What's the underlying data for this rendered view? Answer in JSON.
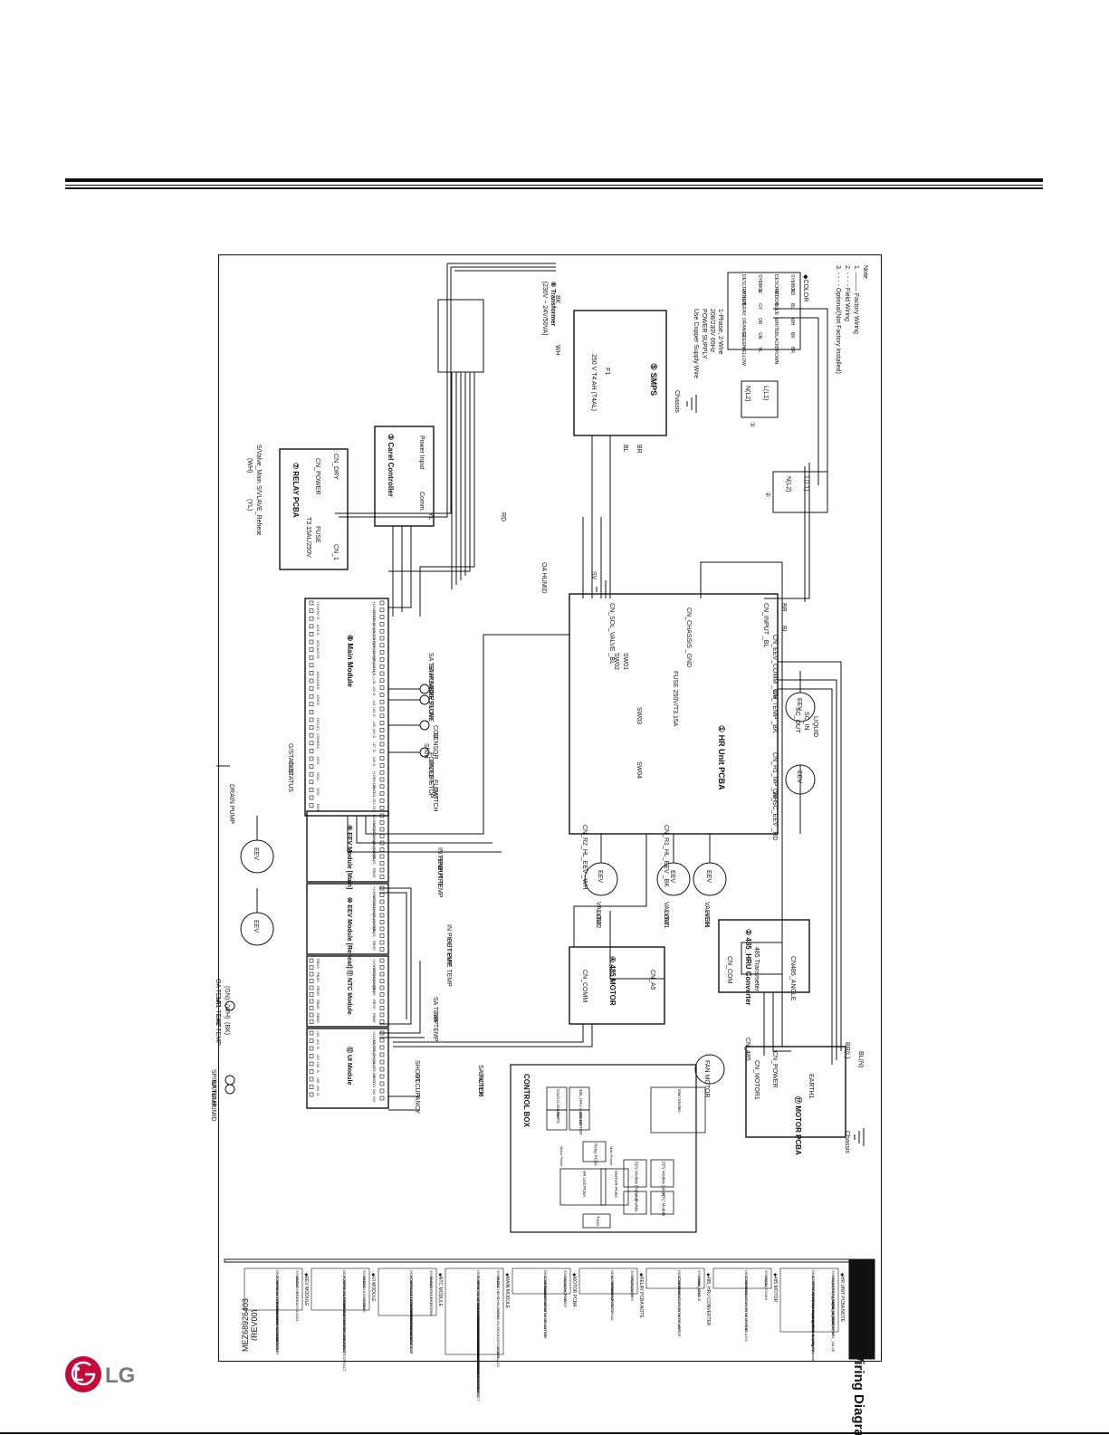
{
  "title": "Electric Wiring Diagram",
  "doc_number": "MEZ68926403",
  "revision": "(REV00)",
  "brand": "LG",
  "notes": {
    "heading": "Note",
    "factory_wiring": "1. ——— Factory Wiring",
    "field_wiring": "2. - - - - Field Wiring",
    "optional": "3. - - - - Optional(Not Factory Installed)"
  },
  "color_table": {
    "heading": "◆COLOR",
    "headers": [
      "SYMBOL",
      "DESCRIPTION",
      "SYMBOL",
      "DESCRIPTION"
    ],
    "rows": [
      [
        "RD",
        "RED",
        "VI",
        "VIOLET"
      ],
      [
        "BL",
        "BLUE",
        "GY",
        "GRAY"
      ],
      [
        "WH",
        "WHITE",
        "OR",
        "ORANGE"
      ],
      [
        "BK",
        "BLACK",
        "GN",
        "GREEN"
      ],
      [
        "BR",
        "BROWN",
        "YL",
        "YELLOW"
      ]
    ]
  },
  "power": {
    "line1": "1-Phase, 2-Wire",
    "line2": "208/230V 60Hz",
    "line3": "POWER SUPPLY",
    "line4": "Use Copper Supply Wire",
    "chassis": "Chassis"
  },
  "components": {
    "smps": "⑤ SMPS",
    "fuse": "F1",
    "fuse_rating": "250 V T4 AH (T4AL)",
    "transformer": "⑥ Transformer",
    "transformer_rating": "[230V ~ 24V/50VA]",
    "carel": "③ Carel Controller",
    "carel_power": "Power Input",
    "carel_comm": "Comm.",
    "relay": "⑦ RELAY PCBA",
    "relay_fuse": "FUSE",
    "relay_fuse_rating": "T3.15AL/250V",
    "relay_cn1": "CN_1",
    "relay_cn_dry": "CN_DRY",
    "relay_cn_power": "CN_POWER",
    "valve_main": "S/Valve_Main",
    "valve_main_color": "(WH)",
    "valve_reheat": "S/VLAVE_Reheat",
    "valve_reheat_color": "(YL)",
    "hr_unit": "① HR Unit PCBA",
    "main_module": "⑧ Main Module",
    "eev_main": "⑨ EEV Module [Main]",
    "eev_reheat": "⑩ EEV Module [Reheat]",
    "ntc": "⑪ NTC Module",
    "ui": "⑫ UI Module",
    "motor485": "④ 485 MOTOR",
    "hru_converter": "② 485_HRU Converter",
    "transmeter": "485 Transmeter",
    "motor_pcba": "⑰ MOTOR PCBA",
    "fan_motor": "FAN MOTOR",
    "earth": "EARTH1",
    "cn_power": "CN_POWER",
    "cn_motor": "CN_MOTOR1",
    "cn_485": "CN_485",
    "cn_comm": "CN_COMM",
    "cn_a5": "CN_A5",
    "cn_com": "CN_COM",
    "cn485_angle": "CN485_ANGLE"
  },
  "hr_connectors": {
    "input": "CN_INPUT _BL",
    "chassis_gnd": "CN_CHASSIS _GND",
    "sol_valve": "CN_SOL_VALVE _BL",
    "eev_comm": "CN_EEV_COMM _WH",
    "temp": "CN_TEMP _BK",
    "r1_mp": "CN_R1_MP _WH",
    "sc_eev": "CN_SC_EEV _RD",
    "r2_hl": "CN_R2_HL_EEV _WH",
    "r1_hl": "CN_R1_HL_EEV _BK",
    "sv": "SV",
    "fuse": "FUSE 250V/T3.15A",
    "sw01": "SW01",
    "sw02": "SW02",
    "sw03": "SW03",
    "sw04": "SW04"
  },
  "sensors": {
    "sc_out": "SC_OUT",
    "sc_in": "SC_IN",
    "liquid": "LIQUID",
    "sa_temp": "SA TEMP",
    "sa_humid": "SA HUMID",
    "sa_airflow1": "SA AIR FLOW",
    "sa_airflow2": "PRESSURE",
    "co2_1": "CO2",
    "co2_2": "SENSOR",
    "short": "Short",
    "forced_stop1": "FORCED STOP",
    "forced_stop2": "ON/OFF",
    "float1": "FLOAT",
    "float2": "SWITCH",
    "oa_humid": "OA HUMID",
    "drain_pump": "DRAIN PUMP",
    "in_pipe1": "IN PIPE",
    "in_pipe2": "TEMP",
    "out_pipe1": "OUT",
    "out_pipe2": "PIPE",
    "out_pipe3": "TEMP",
    "in_pipe_temp": "IN PIPE TEMP",
    "out_pipe_temp": "OUT PIPE TEMP",
    "oa_temp": "OA TEMP",
    "oa_temp_color": "(GN)",
    "la1_temp": "LA1 TEMP",
    "la1_color": "(WH)",
    "la2_temp": "LA2 TEMP",
    "la2_color": "(BK)",
    "sa_temp2": "SA TEMP",
    "ma_temp": "MA TEMP",
    "sp_ra_temp": "SP/RA TEMP",
    "sp_ra_humid": "SP/RA HUMID",
    "short2": "SHORT",
    "occupancy": "OCCUPANCY",
    "sa_filter1": "SA FILTER",
    "sa_filter2": "SWITCH"
  },
  "eevs": {
    "eev": "EEV",
    "valve02": "VALVE02",
    "valve01": "VALVE01",
    "low": "LOW",
    "high": "HIGH"
  },
  "main_module_pins_left": [
    "+12V",
    "+5V",
    "G",
    "AO1",
    "G",
    "AO2",
    "AO3",
    "G",
    "",
    "AO4",
    "AO5",
    "G",
    "AO6",
    "G",
    "",
    "DO1",
    "(C)",
    "COM",
    "DO2",
    "",
    "DO3",
    "",
    "DO4",
    "",
    "DO5",
    "",
    "DO6"
  ],
  "main_module_pins_right": [
    "+12VDC",
    "-12VDC",
    "CH1(A+)",
    "CH1(B-)",
    "CH2(A+)",
    "CH2(B-)",
    "CH3(A+)",
    "CH3(B-)",
    "CH4(A+)",
    "CH4(B-)",
    "",
    "UI1",
    "UI2",
    "G",
    "UI3",
    "UI4",
    "G",
    "UI5",
    "UI6",
    "G",
    "UI7",
    "G",
    "UI8",
    "G",
    "+12V",
    "DCOM",
    "GND",
    "DI1",
    "DI2",
    "DI3"
  ],
  "status_labels": {
    "status1": "G/STATUS",
    "status2": "G/STATUS"
  },
  "eev_module_pins": [
    "+12VDC",
    "+12VDC",
    "CH1(A+)",
    "CH1(B-)",
    "CH2(A+)",
    "CH2(B-)",
    "RB1",
    "G",
    "RB2",
    "G"
  ],
  "ntc_module_pins_left": [
    "RB1",
    "G",
    "RB2",
    "G",
    "RB3",
    "G",
    "RB4",
    "G",
    "RB5",
    "G"
  ],
  "ntc_module_pins_right": [
    "+12VDC",
    "+12VDC",
    "CH1(A+)",
    "CH1(B-)",
    "RB6",
    "G",
    "RB7",
    "G",
    "RB8",
    "G"
  ],
  "ui_module_pins_left": [
    "UI1",
    "UI2",
    "G",
    "UI3",
    "UI4",
    "G",
    "UI5",
    "UI6",
    "G"
  ],
  "ui_module_pins_right": [
    "+12VDC",
    "-12VDC",
    "CH1(A+)",
    "CH1(B-)",
    "+12V",
    "DCOM",
    "GND",
    "DI1",
    "DI2",
    "DI3"
  ],
  "wire_colors": {
    "br": "BR",
    "bl": "BL",
    "wh": "WH",
    "bk": "BK",
    "rd": "RD",
    "yl": "YL",
    "brl": "BR(L)",
    "bln": "BL(N)"
  },
  "terminals": {
    "l1": "L(L1)",
    "n": "N(L2)",
    "c1": "①",
    "c2": "②"
  },
  "control_box": {
    "title": "CONTROL BOX",
    "carel": "Carel Controller",
    "hru": "485_HRU Converter",
    "smps": "SMPS",
    "motor485": "485 MOTOR",
    "relay": "Relay PCBA",
    "main_module": "Main Module",
    "eev_main": "EEV Module [Main]",
    "eev_reheat": "EEV Module [Reheat]",
    "ntc": "NTC Module",
    "ui": "UI Module",
    "hr_unit": "HR Unit PCBA",
    "motor_pcba": "MOTOR PCBA",
    "trans": "Trans",
    "motor_power": "Motor Power",
    "main_power": "Main Power"
  },
  "note_tables": [
    {
      "heading": "◆HR UNIT PCBA NOTE",
      "rows": [
        [
          "SYMBOL",
          "DESCRIPTION"
        ],
        [
          "CN_INPUT",
          "AC 220V INPUT"
        ],
        [
          "CN_EEV_COMM",
          "EEV CONTROL"
        ],
        [
          "CN_R1_MP",
          "EEV (Valve01 High)"
        ],
        [
          "CN_R1_HL_EEV",
          "EEV (Valve01 Low)"
        ],
        [
          "CN_R2_HL_EEV",
          "EEV (Valve02 Low)"
        ],
        [
          "CN_SC_EEV",
          "Sub Cooling EEV"
        ],
        [
          "CN_TEMP",
          "Sensor(Sub Cooling In)"
        ],
        [
          "CN_TEMP",
          "Sensor(Sub Cooling Out)"
        ],
        [
          "CN_TEMP",
          "Sensor(Liquid Pipe)"
        ],
        [
          "CN_SOL_VALVE",
          "Solenoid Valve Reheat"
        ]
      ]
    },
    {
      "heading": "◆485 MOTOR",
      "rows": [
        [
          "SYMBOL",
          "DESCRIPTION"
        ],
        [
          "CN_A5",
          "COMMUNICATION WITH MOTOR"
        ],
        [
          "CN_COMM",
          "COMMUNICATION WITH MODULES"
        ]
      ]
    },
    {
      "heading": "◆485_HRU CONVERTER",
      "rows": [
        [
          "SYMBOL",
          "DESCRIPTION"
        ],
        [
          "CN485_ANGLE",
          "COMMUNICATION WITH HR UNIT"
        ],
        [
          "CN_COM",
          "COMMUNICATION WITH MOTOR"
        ]
      ]
    },
    {
      "heading": "◆RELAY PCBA NOTE",
      "rows": [
        [
          "SYMBOL",
          "DESCRIPTION"
        ],
        [
          "CN_POWER",
          "AC 220V INPUT TERMINAL"
        ],
        [
          "CN_1",
          "SIGNAL INPUT"
        ],
        [
          "CN_DRY",
          "DRY CONTACT"
        ]
      ]
    },
    {
      "heading": "◆MOTOR PCBA",
      "rows": [
        [
          "SYMBOL",
          "DESCRIPTION"
        ],
        [
          "CN_485",
          "COMMUNICATION WITH 485 MOTOR"
        ],
        [
          "CN_MOTOR",
          "COMMUNICATION WITH MOTOR"
        ],
        [
          "CN_POWER",
          "POWER INPUT"
        ]
      ]
    },
    {
      "heading": "◆MAIN MODULE",
      "rows": [
        [
          "SYMBOL",
          "DESCRIPTION"
        ],
        [
          "12VDC",
          "POWER"
        ],
        [
          "CH1",
          "MODULE COMMUNICATION CONNECTOR"
        ],
        [
          "CH2",
          "MODULE COMMUNICATION CONNECTOR"
        ],
        [
          "CH3",
          "CONTROL COMMUNICATION CONTACT"
        ],
        [
          "CH4",
          "MODULE COMMUNICATION CONNECTOR"
        ],
        [
          "+12V/+5V",
          "POWER OUTPUT"
        ],
        [
          "UI1",
          "SA TEMP SENSOR INPUT CONTACT"
        ],
        [
          "UI2",
          "SA HUMID SENSOR INPUT CONTACT"
        ],
        [
          "UI3",
          "SA AIR FLOW PRESSURE INPUT CONTACT"
        ],
        [
          "UI5",
          "CO2 SENSOR INPUT CONTACT"
        ],
        [
          "DI1",
          "FORCED STOP INPUT CONTACT"
        ],
        [
          "DI2",
          "FLOAT SWITCH INPUT CONTACT"
        ],
        [
          "DO1/COM",
          "DRAIN PUMP OUTPUT CONTACT"
        ],
        [
          "DO2",
          "HEATER OUTPUT CONTACT"
        ],
        [
          "AO1/AO3",
          "DAMPER OUTPUT CONTACT"
        ]
      ]
    },
    {
      "heading": "◆NTC MODULE",
      "rows": [
        [
          "SYMBOL",
          "DESCRIPTION"
        ],
        [
          "12VDC",
          "POWER"
        ],
        [
          "CH1",
          "MODULE COMMUNICATION CONNECTOR"
        ],
        [
          "RB1",
          "OA TEMP INPUT CONTACT"
        ],
        [
          "RB2",
          "LA1 TEMP INPUT CONTACT"
        ],
        [
          "RB3",
          "LA2 TEMP INPUT CONTACT"
        ],
        [
          "RB7",
          "SA TEMP INPUT CONTACT"
        ],
        [
          "RB8",
          "MA TEMP INPUT CONTACT"
        ]
      ]
    },
    {
      "heading": "◆UI MODULE",
      "rows": [
        [
          "SYMBOL",
          "DESCRIPTION"
        ],
        [
          "12VDC",
          "POWER"
        ],
        [
          "CH1",
          "MODULE COMMUNICATION CONNECTOR"
        ],
        [
          "DI1",
          "OCCUPANCY"
        ],
        [
          "DI2/DCOM",
          "SA FILTER SWITCH INPUT CONTACT"
        ],
        [
          "UI1/G",
          "SP/RA TEMP INPUT CONTACT"
        ],
        [
          "UI2/G",
          "SP/RA TEMPERATURE INPUT CONTACT"
        ]
      ]
    },
    {
      "heading": "◆EEV MODULE",
      "rows": [
        [
          "SYMBOL",
          "DESCRIPTION"
        ],
        [
          "12VDC",
          "POWER"
        ],
        [
          "CH1",
          "MODULE COMMUNICATION CONNECTOR"
        ],
        [
          "CH2",
          "EEV COMMUNICATION CONNECTOR"
        ],
        [
          "RB1",
          "IN PIPE TEMP INPUT CONTACT"
        ],
        [
          "RB2",
          "OUT PIPE TEMP INPUT CONTACT"
        ],
        [
          "12V/1/2/3/4",
          "EEV OUTPUT CONTACT"
        ]
      ]
    }
  ]
}
